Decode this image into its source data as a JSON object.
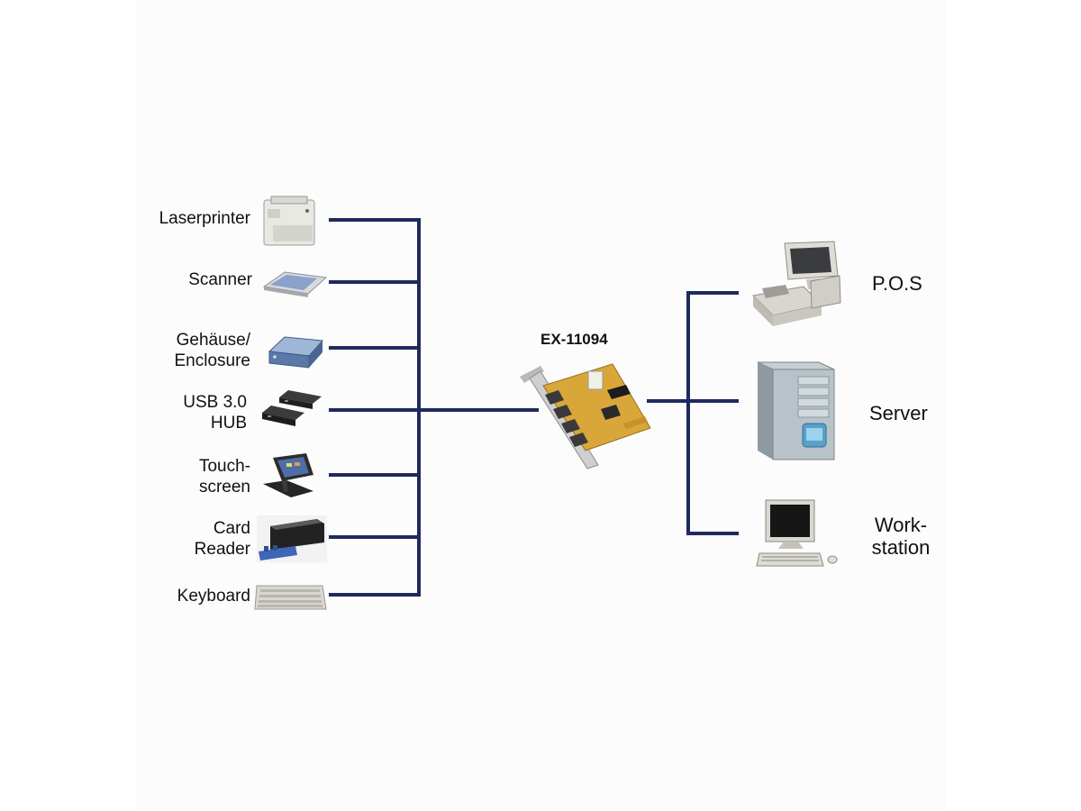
{
  "card": {
    "label": "EX-11094"
  },
  "left_devices": [
    {
      "label": "Laserprinter",
      "icon": "laser-printer-icon"
    },
    {
      "label": "Scanner",
      "icon": "scanner-icon"
    },
    {
      "label": "Gehäuse/\nEnclosure",
      "icon": "enclosure-icon"
    },
    {
      "label": "USB 3.0\nHUB",
      "icon": "usb-hub-icon"
    },
    {
      "label": "Touch-\nscreen",
      "icon": "touchscreen-icon"
    },
    {
      "label": "Card\nReader",
      "icon": "card-reader-icon"
    },
    {
      "label": "Keyboard",
      "icon": "keyboard-icon"
    }
  ],
  "right_devices": [
    {
      "label": "P.O.S",
      "icon": "pos-terminal-icon"
    },
    {
      "label": "Server",
      "icon": "server-tower-icon"
    },
    {
      "label": "Work-\nstation",
      "icon": "workstation-icon"
    }
  ],
  "colors": {
    "wire": "#1f2a5c",
    "card_pcb": "#d9a63a"
  }
}
